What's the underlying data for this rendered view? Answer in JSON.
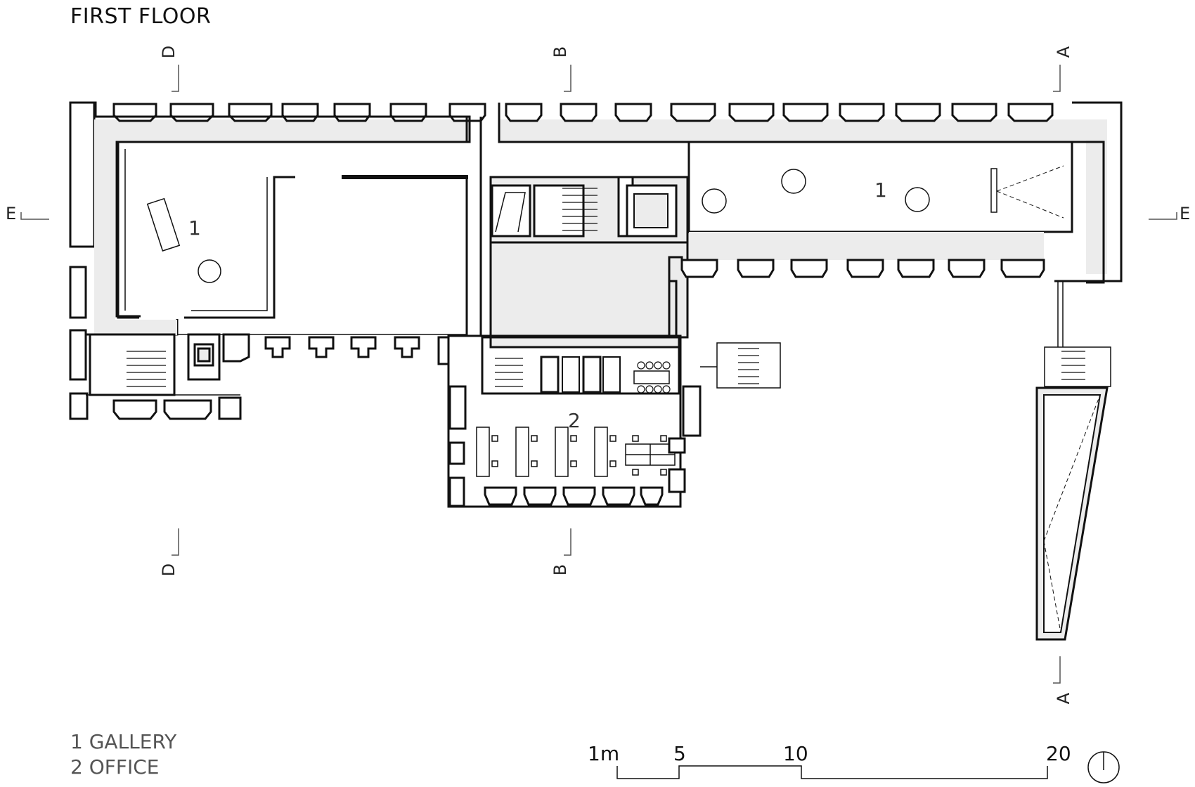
{
  "title": "FIRST FLOOR",
  "legend": [
    {
      "num": "1",
      "label": "GALLERY",
      "text": "1 GALLERY"
    },
    {
      "num": "2",
      "label": "OFFICE",
      "text": "2 OFFICE"
    }
  ],
  "rooms": {
    "gallery_west": "1",
    "gallery_east": "1",
    "office": "2"
  },
  "sections": {
    "a": "A",
    "b": "B",
    "d": "D",
    "e": "E"
  },
  "scale_bar": {
    "labels": [
      "1m",
      "5",
      "10",
      "20"
    ]
  },
  "icons": {
    "north": "north-arrow-icon"
  }
}
